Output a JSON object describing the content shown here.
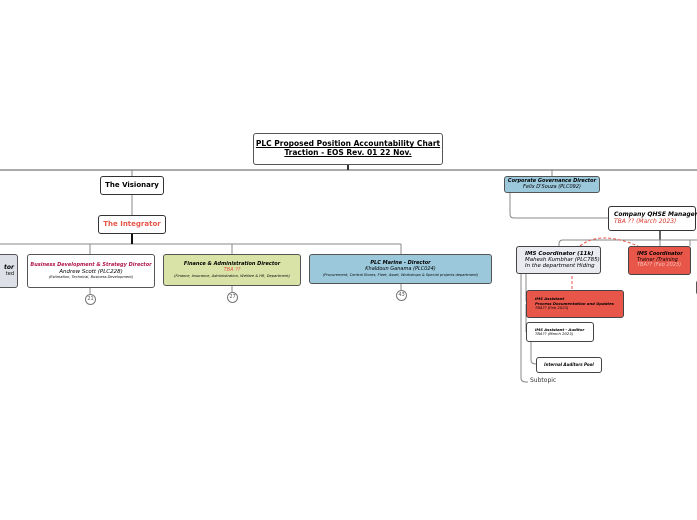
{
  "title": {
    "line1": "PLC Proposed Position Accountability Chart",
    "line2": "Traction - EOS Rev. 01 22 Nov."
  },
  "visionary": "The Visionary",
  "integrator": "The Integrator",
  "left_cut": {
    "title": "tor",
    "sub": "ted"
  },
  "bd": {
    "title": "Business Development & Strategy Director",
    "name": "Andrew Scott (PLC228)",
    "dept": "(Estimation, Technical, Business Development)",
    "count": "21"
  },
  "finance": {
    "title": "Finance & Administration Director",
    "name": "TBA ??",
    "dept": "(Finance, Insurance, Administration, Welfare & HR, Department)",
    "count": "27"
  },
  "marine": {
    "title": "PLC Marine - Director",
    "name": "Khaldoun Ganama (PLC024)",
    "dept": "(Procurement, Central Stores, Fleet, Asset, Workshops & Special projects department)",
    "count": "43"
  },
  "corp_gov": {
    "title": "Corporate Governance Director",
    "name": "Felix D'Souza (PLC092)"
  },
  "qhse": {
    "title": "Company QHSE Manager",
    "name": "TBA ??  (March  2023)"
  },
  "ims11k": {
    "title": "IMS Coordinator (11k)",
    "name": "Mahesh Kumbhar (PLC785)",
    "note": "In the department Hiding"
  },
  "ims_red": {
    "title": "IMS Coordinator",
    "role": "Trainer /Training",
    "name": "TBA??  (Feb 2023)"
  },
  "ims_asst": {
    "title": "IMS Assistant",
    "role": "Process Documentation and Updates",
    "name": "TBA??  (Feb 2023)"
  },
  "ims_aud": {
    "title": "IMS Assistant - Auditor",
    "name": "TBA?? (March 2023)"
  },
  "pool": "Internal Auditors Pool",
  "subtopic": "Subtopic",
  "colors": {
    "red_node": "#e8564a",
    "blue_node": "#9cc8dc",
    "green_node": "#d9e3a8",
    "accent_red": "#e8564a",
    "bd_title": "#b0164a"
  }
}
